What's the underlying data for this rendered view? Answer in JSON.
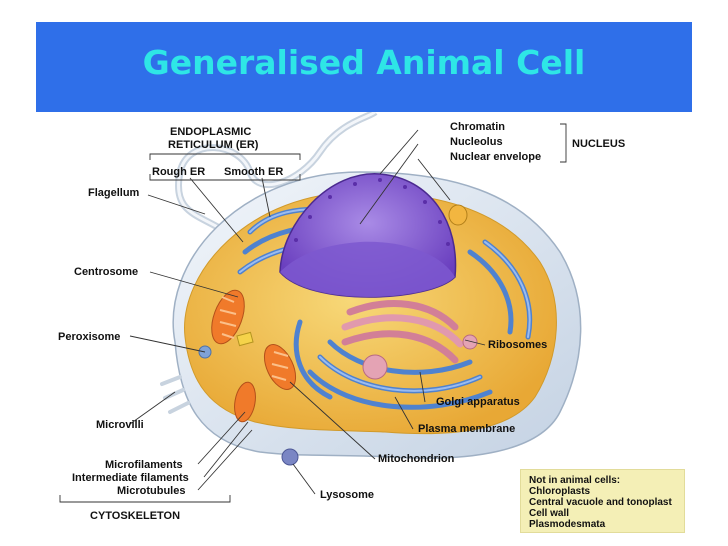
{
  "title": "Generalised Animal Cell",
  "labels": {
    "er_header_line1": "ENDOPLASMIC",
    "er_header_line2": "RETICULUM (ER)",
    "rough_er": "Rough ER",
    "smooth_er": "Smooth ER",
    "flagellum": "Flagellum",
    "centrosome": "Centrosome",
    "peroxisome": "Peroxisome",
    "microvilli": "Microvilli",
    "microfilaments": "Microfilaments",
    "intermediate_filaments": "Intermediate filaments",
    "microtubules": "Microtubules",
    "cytoskeleton": "CYTOSKELETON",
    "chromatin": "Chromatin",
    "nucleolus": "Nucleolus",
    "nuclear_envelope": "Nuclear envelope",
    "nucleus": "NUCLEUS",
    "ribosomes": "Ribosomes",
    "golgi_apparatus": "Golgi apparatus",
    "plasma_membrane": "Plasma membrane",
    "mitochondrion": "Mitochondrion",
    "lysosome": "Lysosome"
  },
  "note": {
    "heading": "Not in animal cells:",
    "items": [
      "Chloroplasts",
      "Central vacuole and tonoplast",
      "Cell wall",
      "Plasmodesmata"
    ]
  },
  "colors": {
    "title_bar": "#2f6fe9",
    "title_text": "#2ee6e6",
    "cytoplasm": "#f2c24a",
    "nucleus": "#8a5bd6",
    "er": "#5b8fd8",
    "mitochondria": "#f07a2a",
    "golgi": "#d9849b",
    "membrane": "#dfe8f2",
    "note_box": "#f4efb6"
  }
}
